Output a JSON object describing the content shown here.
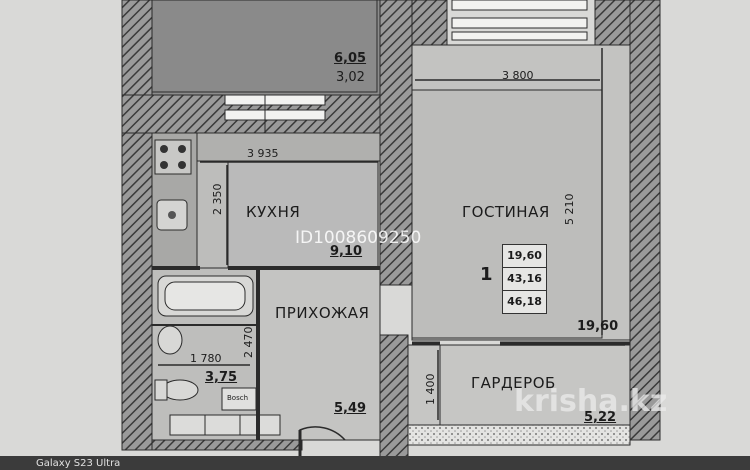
{
  "rooms": {
    "balcony": {
      "area": "6,05",
      "area2": "3,02"
    },
    "kitchen": {
      "name": "КУХНЯ",
      "area": "9,10"
    },
    "living": {
      "name": "ГОСТИНАЯ"
    },
    "hall": {
      "name": "ПРИХОЖАЯ",
      "area": "5,49"
    },
    "bath": {
      "area": "3,75"
    },
    "wardrobe": {
      "name": "ГАРДЕРОБ",
      "area": "5,22"
    }
  },
  "dimensions": {
    "living_width": "3 800",
    "living_height": "5 210",
    "kitchen_width": "3 935",
    "kitchen_height": "2 350",
    "bath_width": "1 780",
    "bath_height": "2 470",
    "wardrobe_height": "1 400",
    "living_area_label": "19,60"
  },
  "summary": {
    "rooms_count": "1",
    "values": [
      "19,60",
      "43,16",
      "46,18"
    ]
  },
  "appliance": {
    "label": "Bosch"
  },
  "watermarks": {
    "listing_id": "ID1008609250",
    "site": "krisha.kz",
    "camera": "Galaxy S23 Ultra"
  },
  "colors": {
    "background": "#d9d9d7",
    "wall_fill": "#8c8c8c",
    "hatch": "#3a3a3a",
    "line": "#2b2b2b"
  }
}
